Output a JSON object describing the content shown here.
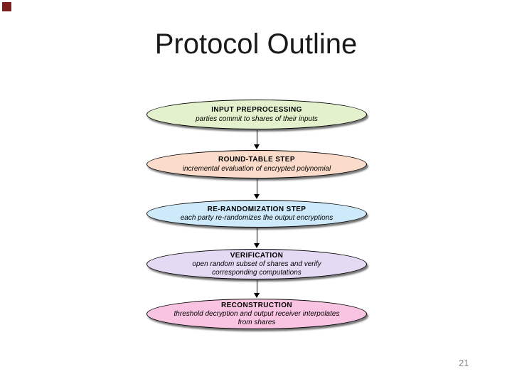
{
  "slide": {
    "title": "Protocol Outline",
    "page_number": "21",
    "background": "#ffffff",
    "marker_color": "#7d1e1e"
  },
  "flowchart": {
    "arrow_color": "#000000",
    "steps": [
      {
        "title": "INPUT PREPROCESSING",
        "subtitle": "parties commit to shares of their inputs",
        "fill": "#e3f2cc"
      },
      {
        "title": "ROUND-TABLE STEP",
        "subtitle": "incremental evaluation of encrypted polynomial",
        "fill": "#fbdccb"
      },
      {
        "title": "RE-RANDOMIZATION STEP",
        "subtitle": "each party re-randomizes the output encryptions",
        "fill": "#cde9fa"
      },
      {
        "title": "VERIFICATION",
        "subtitle": "open random subset of shares and verify corresponding computations",
        "fill": "#e4daf4"
      },
      {
        "title": "RECONSTRUCTION",
        "subtitle": "threshold decryption and output receiver interpolates from shares",
        "fill": "#f9c4e1"
      }
    ]
  }
}
